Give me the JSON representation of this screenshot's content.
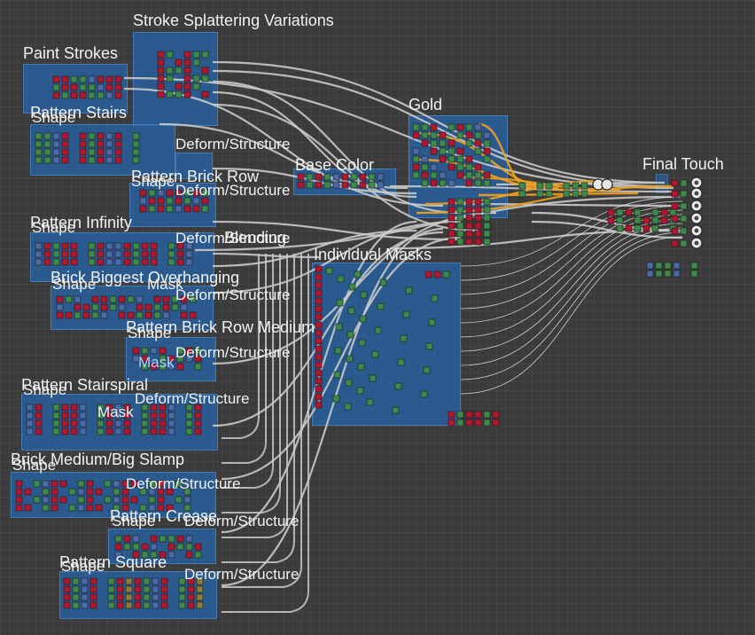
{
  "app": "node-graph-editor",
  "frames": {
    "stroke_splattering_variations": "Stroke Splattering Variations",
    "paint_strokes": "Paint Strokes",
    "pattern_stairs": "Pattern Stairs",
    "gold": "Gold",
    "base_color": "Base Color",
    "final_touch": "Final Touch",
    "pattern_brick_row": "Pattern Brick Row",
    "pattern_infinity": "Pattern Infinity",
    "blending": "Blending",
    "individual_masks": "Individual Masks",
    "brick_biggest_overhanging": "Brick Biggest Overhanging",
    "pattern_brick_row_medium": "Pattern Brick Row Medium",
    "pattern_stairspiral": "Pattern Stairspiral",
    "brick_medium_big_slamp": "Brick Medium/Big Slamp",
    "pattern_crease": "Pattern Crease",
    "pattern_square": "Pattern Square"
  },
  "labels": {
    "shape": "Shape",
    "mask": "Mask",
    "deform_structure": "Deform/Structure"
  },
  "colors": {
    "canvas": "#3b3b3b",
    "frame": "#2666aa",
    "node_red": "#b01830",
    "node_gray": "#d6d6d6",
    "link": "#c9c9c9",
    "link_orange": "#f0a020",
    "output": "#e8e8e8"
  }
}
